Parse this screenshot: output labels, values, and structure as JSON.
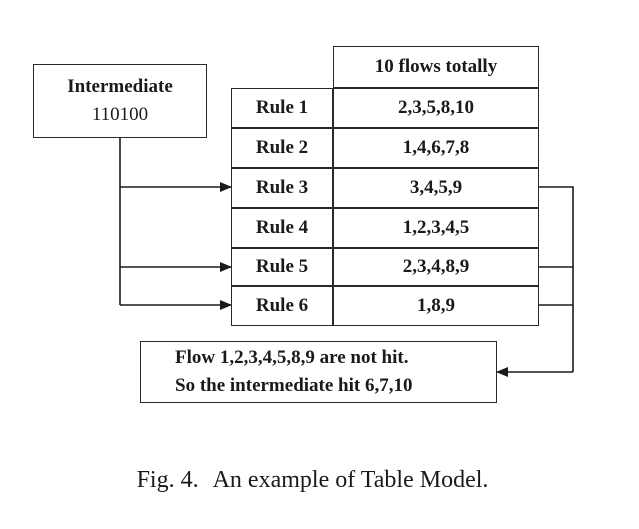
{
  "intermediate": {
    "title": "Intermediate",
    "value": "110100"
  },
  "flows_header": "10 flows totally",
  "rules": [
    {
      "label": "Rule 1",
      "flows": "2,3,5,8,10"
    },
    {
      "label": "Rule 2",
      "flows": "1,4,6,7,8"
    },
    {
      "label": "Rule 3",
      "flows": "3,4,5,9"
    },
    {
      "label": "Rule 4",
      "flows": "1,2,3,4,5"
    },
    {
      "label": "Rule 5",
      "flows": "2,3,4,8,9"
    },
    {
      "label": "Rule 6",
      "flows": "1,8,9"
    }
  ],
  "result": {
    "line1": "Flow 1,2,3,4,5,8,9 are not hit.",
    "line2": "So the intermediate hit 6,7,10"
  },
  "caption": {
    "label": "Fig. 4.",
    "text": "An example of Table Model."
  }
}
